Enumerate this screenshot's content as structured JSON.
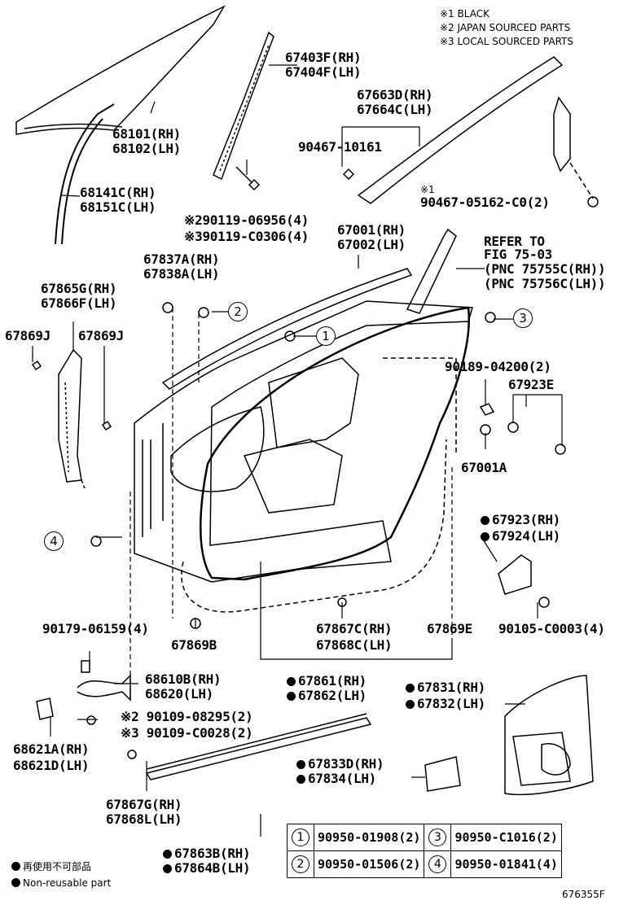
{
  "notes": {
    "black": "※1 BLACK",
    "japan": "※2 JAPAN SOURCED PARTS",
    "local": "※3 LOCAL SOURCED PARTS"
  },
  "parts": {
    "p67403": "67403F(RH)",
    "p67404": "67404F(LH)",
    "p67663": "67663D(RH)",
    "p67664": "67664C(LH)",
    "p90467a": "90467-10161",
    "mark1": "※1",
    "p90467b": "90467-05162-C0(2)",
    "p68101": "68101(RH)",
    "p68102": "68102(LH)",
    "p68141": "68141C(RH)",
    "p68151": "68151C(LH)",
    "p90119a": "※290119-06956(4)",
    "p90119b": "※390119-C0306(4)",
    "p67001": "67001(RH)",
    "p67002": "67002(LH)",
    "refer1": "REFER TO",
    "refer2": "FIG 75-03",
    "refer3": "(PNC 75755C(RH))",
    "refer4": "(PNC 75756C(LH))",
    "p67837": "67837A(RH)",
    "p67838": "67838A(LH)",
    "p67865": "67865G(RH)",
    "p67866": "67866F(LH)",
    "p67869j1": "67869J",
    "p67869j2": "67869J",
    "p90189": "90189-04200(2)",
    "p67923e": "67923E",
    "p67001a": "67001A",
    "p67923": "67923(RH)",
    "p67924": "67924(LH)",
    "p90179": "90179-06159(4)",
    "p67869b": "67869B",
    "p67867c": "67867C(RH)",
    "p67868c": "67868C(LH)",
    "p67869e": "67869E",
    "p90105": "90105-C0003(4)",
    "p68610": "68610B(RH)",
    "p68620": "68620(LH)",
    "p67861": "67861(RH)",
    "p67862": "67862(LH)",
    "p67831": "67831(RH)",
    "p67832": "67832(LH)",
    "p90109a": "※2 90109-08295(2)",
    "p90109b": "※3 90109-C0028(2)",
    "p68621a": "68621A(RH)",
    "p68621d": "68621D(LH)",
    "p67833": "67833D(RH)",
    "p67834": "67834(LH)",
    "p67867g": "67867G(RH)",
    "p67868l": "67868L(LH)",
    "p67863": "67863B(RH)",
    "p67864": "67864B(LH)"
  },
  "callouts": [
    "1",
    "2",
    "3",
    "4"
  ],
  "legend_table": [
    {
      "n1": "1",
      "v1": "90950-01908(2)",
      "n2": "3",
      "v2": "90950-C1016(2)"
    },
    {
      "n1": "2",
      "v1": "90950-01506(2)",
      "n2": "4",
      "v2": "90950-01841(4)"
    }
  ],
  "footer": {
    "nonreusable_jp": "再使用不可部品",
    "nonreusable_en": "Non-reusable part",
    "figure_id": "676355F"
  }
}
